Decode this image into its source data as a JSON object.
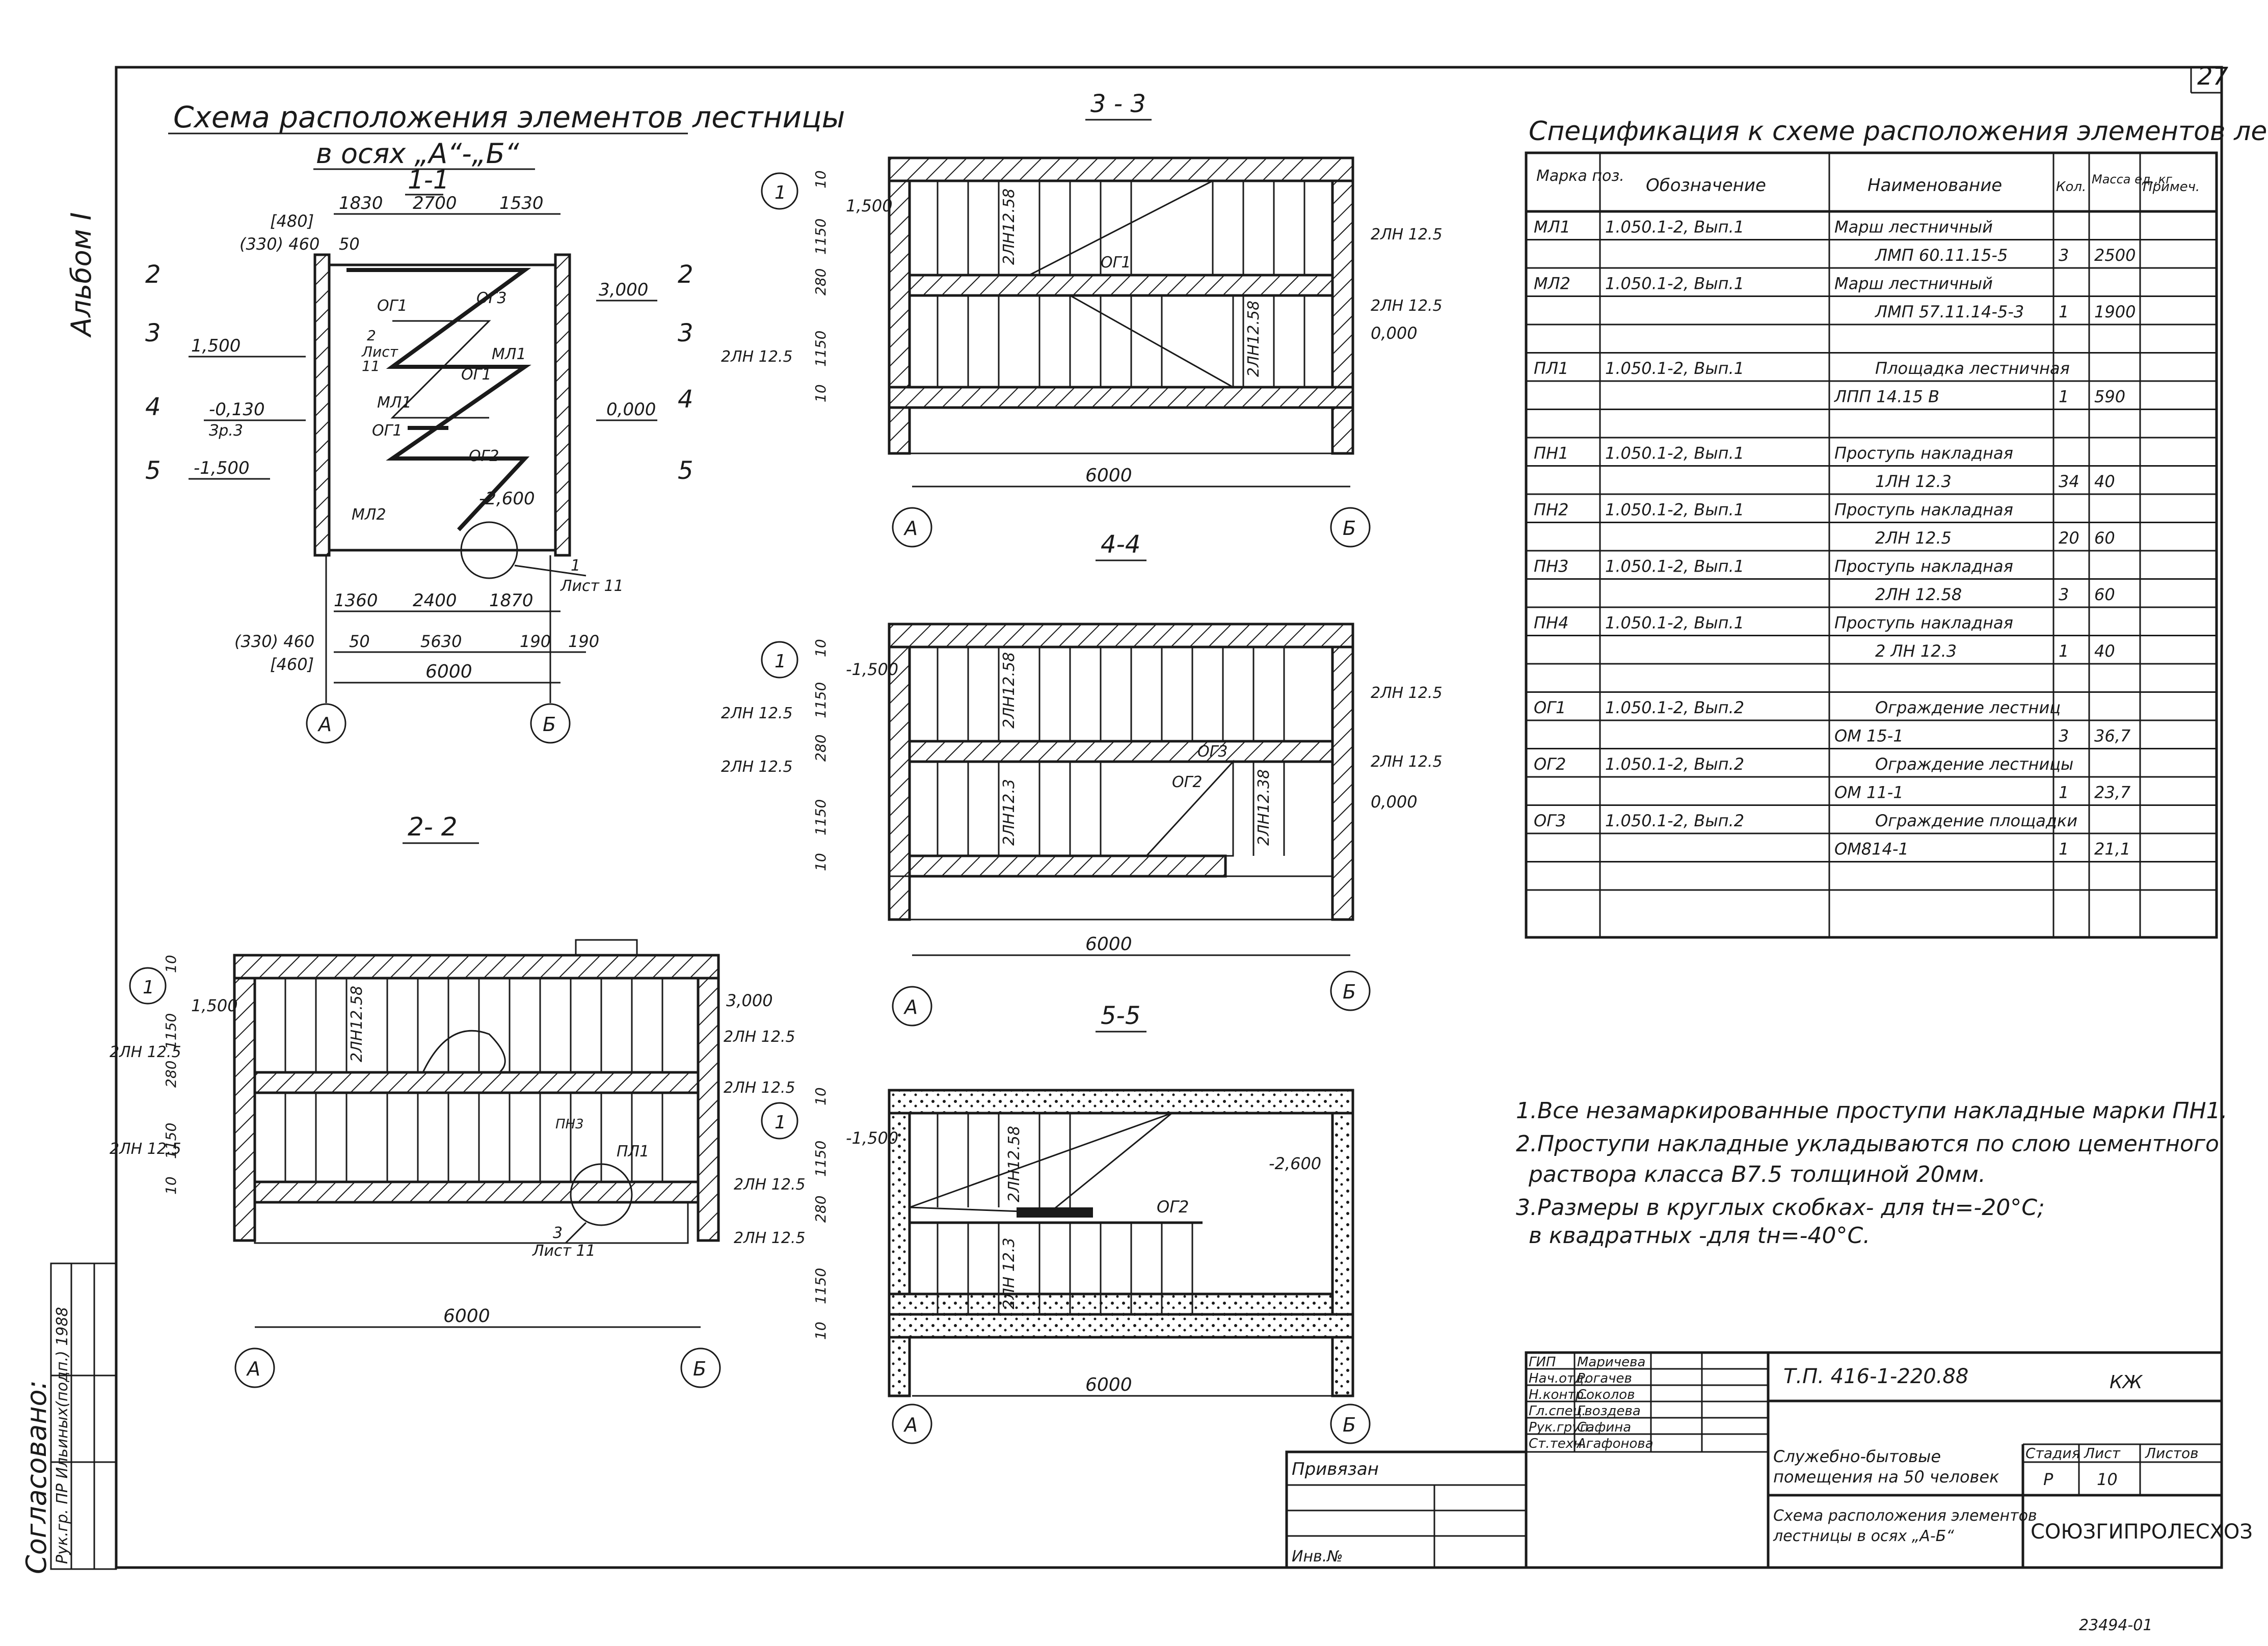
{
  "page_number": "27",
  "side_labels": {
    "album": "Альбом I",
    "agreed": "Согласовано:",
    "agreed_row": "Рук.гр. ПР Ильиных(подп.) 1988"
  },
  "scheme": {
    "title_line1": "Схема расположения элементов лестницы",
    "title_line2": "в осях „А“-„Б“"
  },
  "sections": {
    "s11": {
      "title": "1-1",
      "dims_top": [
        "1830",
        "2700",
        "1530"
      ],
      "dims_left_top": [
        "[480]",
        "(330) 460",
        "50"
      ],
      "dims_bottom": [
        "1360",
        "2400",
        "1870"
      ],
      "dims_bottom2": [
        "(330) 460",
        "50",
        "5630",
        "190",
        "190"
      ],
      "dim_bottom_bracket": "[460]",
      "total": "6000",
      "levels": [
        "1,500",
        "-0,130",
        "-1,500",
        "3,000",
        "0,000",
        "-2,600"
      ],
      "level_note": "Зр.3",
      "marks": [
        "2",
        "3",
        "4",
        "5"
      ],
      "tags": [
        "ОГ1",
        "ОГ3",
        "МЛ1",
        "ОГ1",
        "МЛ1",
        "ОГ1",
        "ОГ2",
        "МЛ2",
        "2",
        "Лист",
        "11"
      ],
      "callout": [
        "1",
        "Лист 11"
      ]
    },
    "s22": {
      "title": "2- 2",
      "total": "6000",
      "levels": [
        "1,500",
        "3,000"
      ],
      "labels": [
        "2ЛН 12.5",
        "2ЛН 12.5",
        "2ЛН 12.5",
        "2ЛН 12.5",
        "2ЛН12.58",
        "ПЛ1",
        "ПН3"
      ],
      "dims": [
        "10",
        "1150",
        "280",
        "1150",
        "10"
      ],
      "callout": [
        "3",
        "Лист 11"
      ]
    },
    "s33": {
      "title": "3 - 3",
      "total": "6000",
      "levels": [
        "1,500",
        "0,000"
      ],
      "labels": [
        "2ЛН 12.5",
        "2ЛН 12.5",
        "2ЛН 12.5",
        "2ЛН12.58",
        "2ЛН12.58",
        "ОГ1"
      ],
      "dims": [
        "10",
        "1150",
        "280",
        "1150",
        "10"
      ]
    },
    "s44": {
      "title": "4-4",
      "total": "6000",
      "levels": [
        "-1,500",
        "0,000"
      ],
      "labels": [
        "2ЛН 12.5",
        "2ЛН 12.5",
        "2ЛН 12.5",
        "2ЛН 12.5",
        "2ЛН12.58",
        "2ЛН12.3",
        "2ЛН12.38",
        "ОГ3",
        "ОГ2"
      ],
      "dims": [
        "10",
        "1150",
        "280",
        "1150",
        "10"
      ]
    },
    "s55": {
      "title": "5-5",
      "total": "6000",
      "levels": [
        "-1,500",
        "-2,600"
      ],
      "labels": [
        "2ЛН 12.5",
        "2ЛН 12.5",
        "2ЛН12.58",
        "2ЛН 12.3",
        "ОГ2"
      ],
      "dims": [
        "10",
        "1150",
        "280",
        "1150",
        "10"
      ]
    },
    "axes": [
      "А",
      "Б"
    ],
    "axis1": "1"
  },
  "spec": {
    "title": "Спецификация к схеме расположения элементов лестницы.",
    "headers": [
      "Марка поз.",
      "Обозначение",
      "Наименование",
      "Кол.",
      "Масса ед.,кг",
      "Примеч."
    ],
    "rows": [
      [
        "МЛ1",
        "1.050.1-2, Вып.1",
        "Марш лестничный",
        "",
        "",
        ""
      ],
      [
        "",
        "",
        "ЛМП 60.11.15-5",
        "3",
        "2500",
        ""
      ],
      [
        "МЛ2",
        "1.050.1-2, Вып.1",
        "Марш лестничный",
        "",
        "",
        ""
      ],
      [
        "",
        "",
        "ЛМП 57.11.14-5-3",
        "1",
        "1900",
        ""
      ],
      [
        "",
        "",
        "",
        "",
        "",
        ""
      ],
      [
        "ПЛ1",
        "1.050.1-2, Вып.1",
        "Площадка лестничная",
        "",
        "",
        ""
      ],
      [
        "",
        "",
        "ЛПП 14.15 В",
        "1",
        "590",
        ""
      ],
      [
        "",
        "",
        "",
        "",
        "",
        ""
      ],
      [
        "ПН1",
        "1.050.1-2, Вып.1",
        "Проступь накладная",
        "",
        "",
        ""
      ],
      [
        "",
        "",
        "1ЛН 12.3",
        "34",
        "40",
        ""
      ],
      [
        "ПН2",
        "1.050.1-2, Вып.1",
        "Проступь накладная",
        "",
        "",
        ""
      ],
      [
        "",
        "",
        "2ЛН 12.5",
        "20",
        "60",
        ""
      ],
      [
        "ПН3",
        "1.050.1-2, Вып.1",
        "Проступь накладная",
        "",
        "",
        ""
      ],
      [
        "",
        "",
        "2ЛН 12.58",
        "3",
        "60",
        ""
      ],
      [
        "ПН4",
        "1.050.1-2, Вып.1",
        "Проступь накладная",
        "",
        "",
        ""
      ],
      [
        "",
        "",
        "2 ЛН 12.3",
        "1",
        "40",
        ""
      ],
      [
        "",
        "",
        "",
        "",
        "",
        ""
      ],
      [
        "ОГ1",
        "1.050.1-2, Вып.2",
        "Ограждение лестниц",
        "",
        "",
        ""
      ],
      [
        "",
        "",
        "ОМ 15-1",
        "3",
        "36,7",
        ""
      ],
      [
        "ОГ2",
        "1.050.1-2, Вып.2",
        "Ограждение лестницы",
        "",
        "",
        ""
      ],
      [
        "",
        "",
        "ОМ 11-1",
        "1",
        "23,7",
        ""
      ],
      [
        "ОГ3",
        "1.050.1-2, Вып.2",
        "Ограждение площадки",
        "",
        "",
        ""
      ],
      [
        "",
        "",
        "ОМ814-1",
        "1",
        "21,1",
        ""
      ],
      [
        "",
        "",
        "",
        "",
        "",
        ""
      ]
    ]
  },
  "notes": [
    "1.Все незамаркированные проступи накладные марки ПН1.",
    "2.Проступи накладные укладываются по слою цементного",
    "раствора класса В7.5 толщиной 20мм.",
    "3.Размеры в круглых скобках- для tн=-20°С;",
    "в квадратных -для tн=-40°С."
  ],
  "stamp": {
    "doc_code": "Т.П. 416-1-220.88",
    "section": "КЖ",
    "people": [
      [
        "ГИП",
        "Маричева"
      ],
      [
        "Нач.отд.",
        "Рогачев"
      ],
      [
        "Н.контр.",
        "Соколов"
      ],
      [
        "Гл.спец.",
        "Гвоздева"
      ],
      [
        "Рук.груп.",
        "Сафина"
      ],
      [
        "Ст.техн.",
        "Агафонова"
      ]
    ],
    "project": "Служебно-бытовые помещения на 50 человек",
    "project_line1": "Служебно-бытовые",
    "project_line2": "помещения на 50 человек",
    "sheet_title_line1": "Схема расположения элементов",
    "sheet_title_line2": "лестницы в осях „А-Б“",
    "stage_label": "Стадия",
    "sheet_label": "Лист",
    "sheets_label": "Листов",
    "stage": "Р",
    "sheet": "10",
    "org": "СОЮЗГИПРОЛЕСХОЗ",
    "privyazan": "Привязан",
    "inv": "Инв.№"
  },
  "footer_number": "23494-01"
}
